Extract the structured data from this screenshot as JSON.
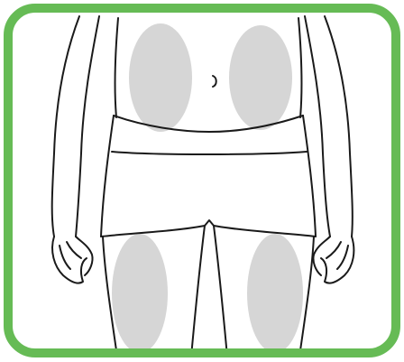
{
  "colors": {
    "frame": "#66bb55",
    "zone": "#d6d6d6",
    "outline": "#1a1a1a",
    "background": "#ffffff"
  },
  "injection_zones": [
    {
      "id": "abdomen-left"
    },
    {
      "id": "abdomen-right"
    },
    {
      "id": "thigh-left"
    },
    {
      "id": "thigh-right"
    }
  ]
}
